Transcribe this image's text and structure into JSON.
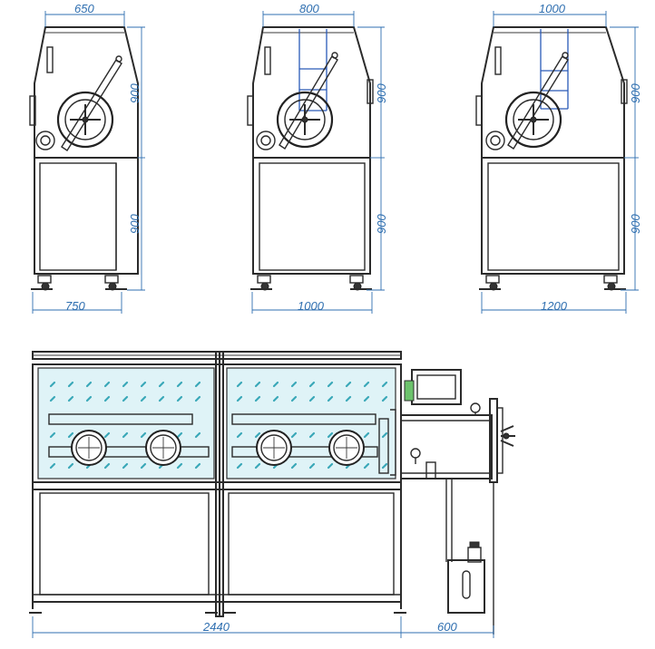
{
  "dimensions": {
    "front_small": {
      "top_width": "650",
      "cabinet_height": "900",
      "stand_height": "900",
      "base_width": "750"
    },
    "front_medium": {
      "top_width": "800",
      "cabinet_height": "900",
      "stand_height": "900",
      "base_width": "1000"
    },
    "front_large": {
      "top_width": "1000",
      "cabinet_height": "900",
      "stand_height": "900",
      "base_width": "1200"
    },
    "side_view": {
      "total_width": "2440",
      "antechamber_width": "600"
    }
  },
  "colors": {
    "dimension": "#2f6fb0",
    "glass": "#dff3f7",
    "accent_ladder": "#2a5ab8",
    "outline": "#2b2b2b"
  }
}
